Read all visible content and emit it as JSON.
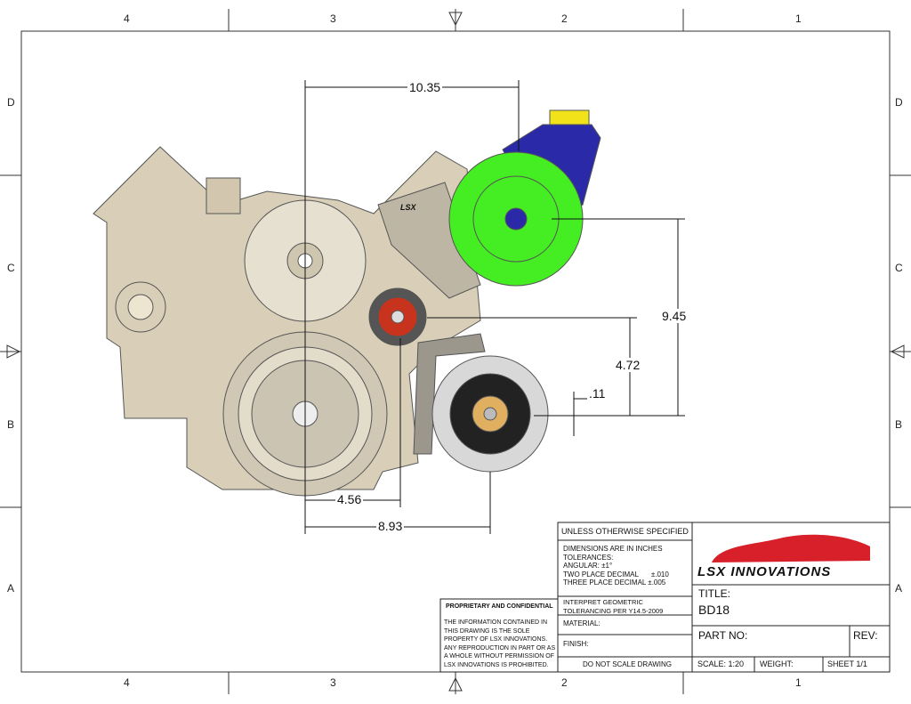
{
  "zones": {
    "columns": [
      "4",
      "3",
      "2",
      "1"
    ],
    "rows": [
      "D",
      "C",
      "B",
      "A"
    ]
  },
  "dimensions": {
    "top_width": "10.35",
    "right_height": "9.45",
    "mid_height": "4.72",
    "offset": ".11",
    "bottom_short": "4.56",
    "bottom_long": "8.93"
  },
  "part_labels": {
    "bracket_logo": "LSX"
  },
  "title_block": {
    "unless": "UNLESS OTHERWISE SPECIFIED",
    "dims_in_inches": "DIMENSIONS ARE IN INCHES",
    "tolerances": "TOLERANCES:",
    "angular": "ANGULAR: ±1°",
    "two_place": "TWO PLACE DECIMAL",
    "two_place_val": "±.010",
    "three_place": "THREE PLACE DECIMAL",
    "three_place_val": "±.005",
    "interpret": "INTERPRET GEOMETRIC TOLERANCING PER Y14.5-2009",
    "material": "MATERIAL:",
    "finish": "FINISH:",
    "do_not_scale": "DO NOT SCALE DRAWING",
    "logo_text": "LSX INNOVATIONS",
    "title_label": "TITLE:",
    "title_value": "BD18",
    "part_no": "PART NO:",
    "rev": "REV:",
    "scale_label": "SCALE:",
    "scale_value": "1:20",
    "weight": "WEIGHT:",
    "sheet_label": "SHEET",
    "sheet_value": "1/1"
  },
  "proprietary": {
    "heading": "PROPRIETARY AND CONFIDENTIAL",
    "body": "THE INFORMATION CONTAINED IN THIS DRAWING IS THE SOLE PROPERTY OF LSX INNOVATIONS. ANY REPRODUCTION IN PART OR AS A WHOLE WITHOUT PERMISSION OF LSX INNOVATIONS IS PROHIBITED."
  },
  "colors": {
    "engine": "#d9cfb8",
    "pump": "#44ee22",
    "reservoir": "#2a2aa8",
    "cap": "#f2e21a",
    "idler": "#c8331e",
    "logo_red": "#d8202a"
  }
}
